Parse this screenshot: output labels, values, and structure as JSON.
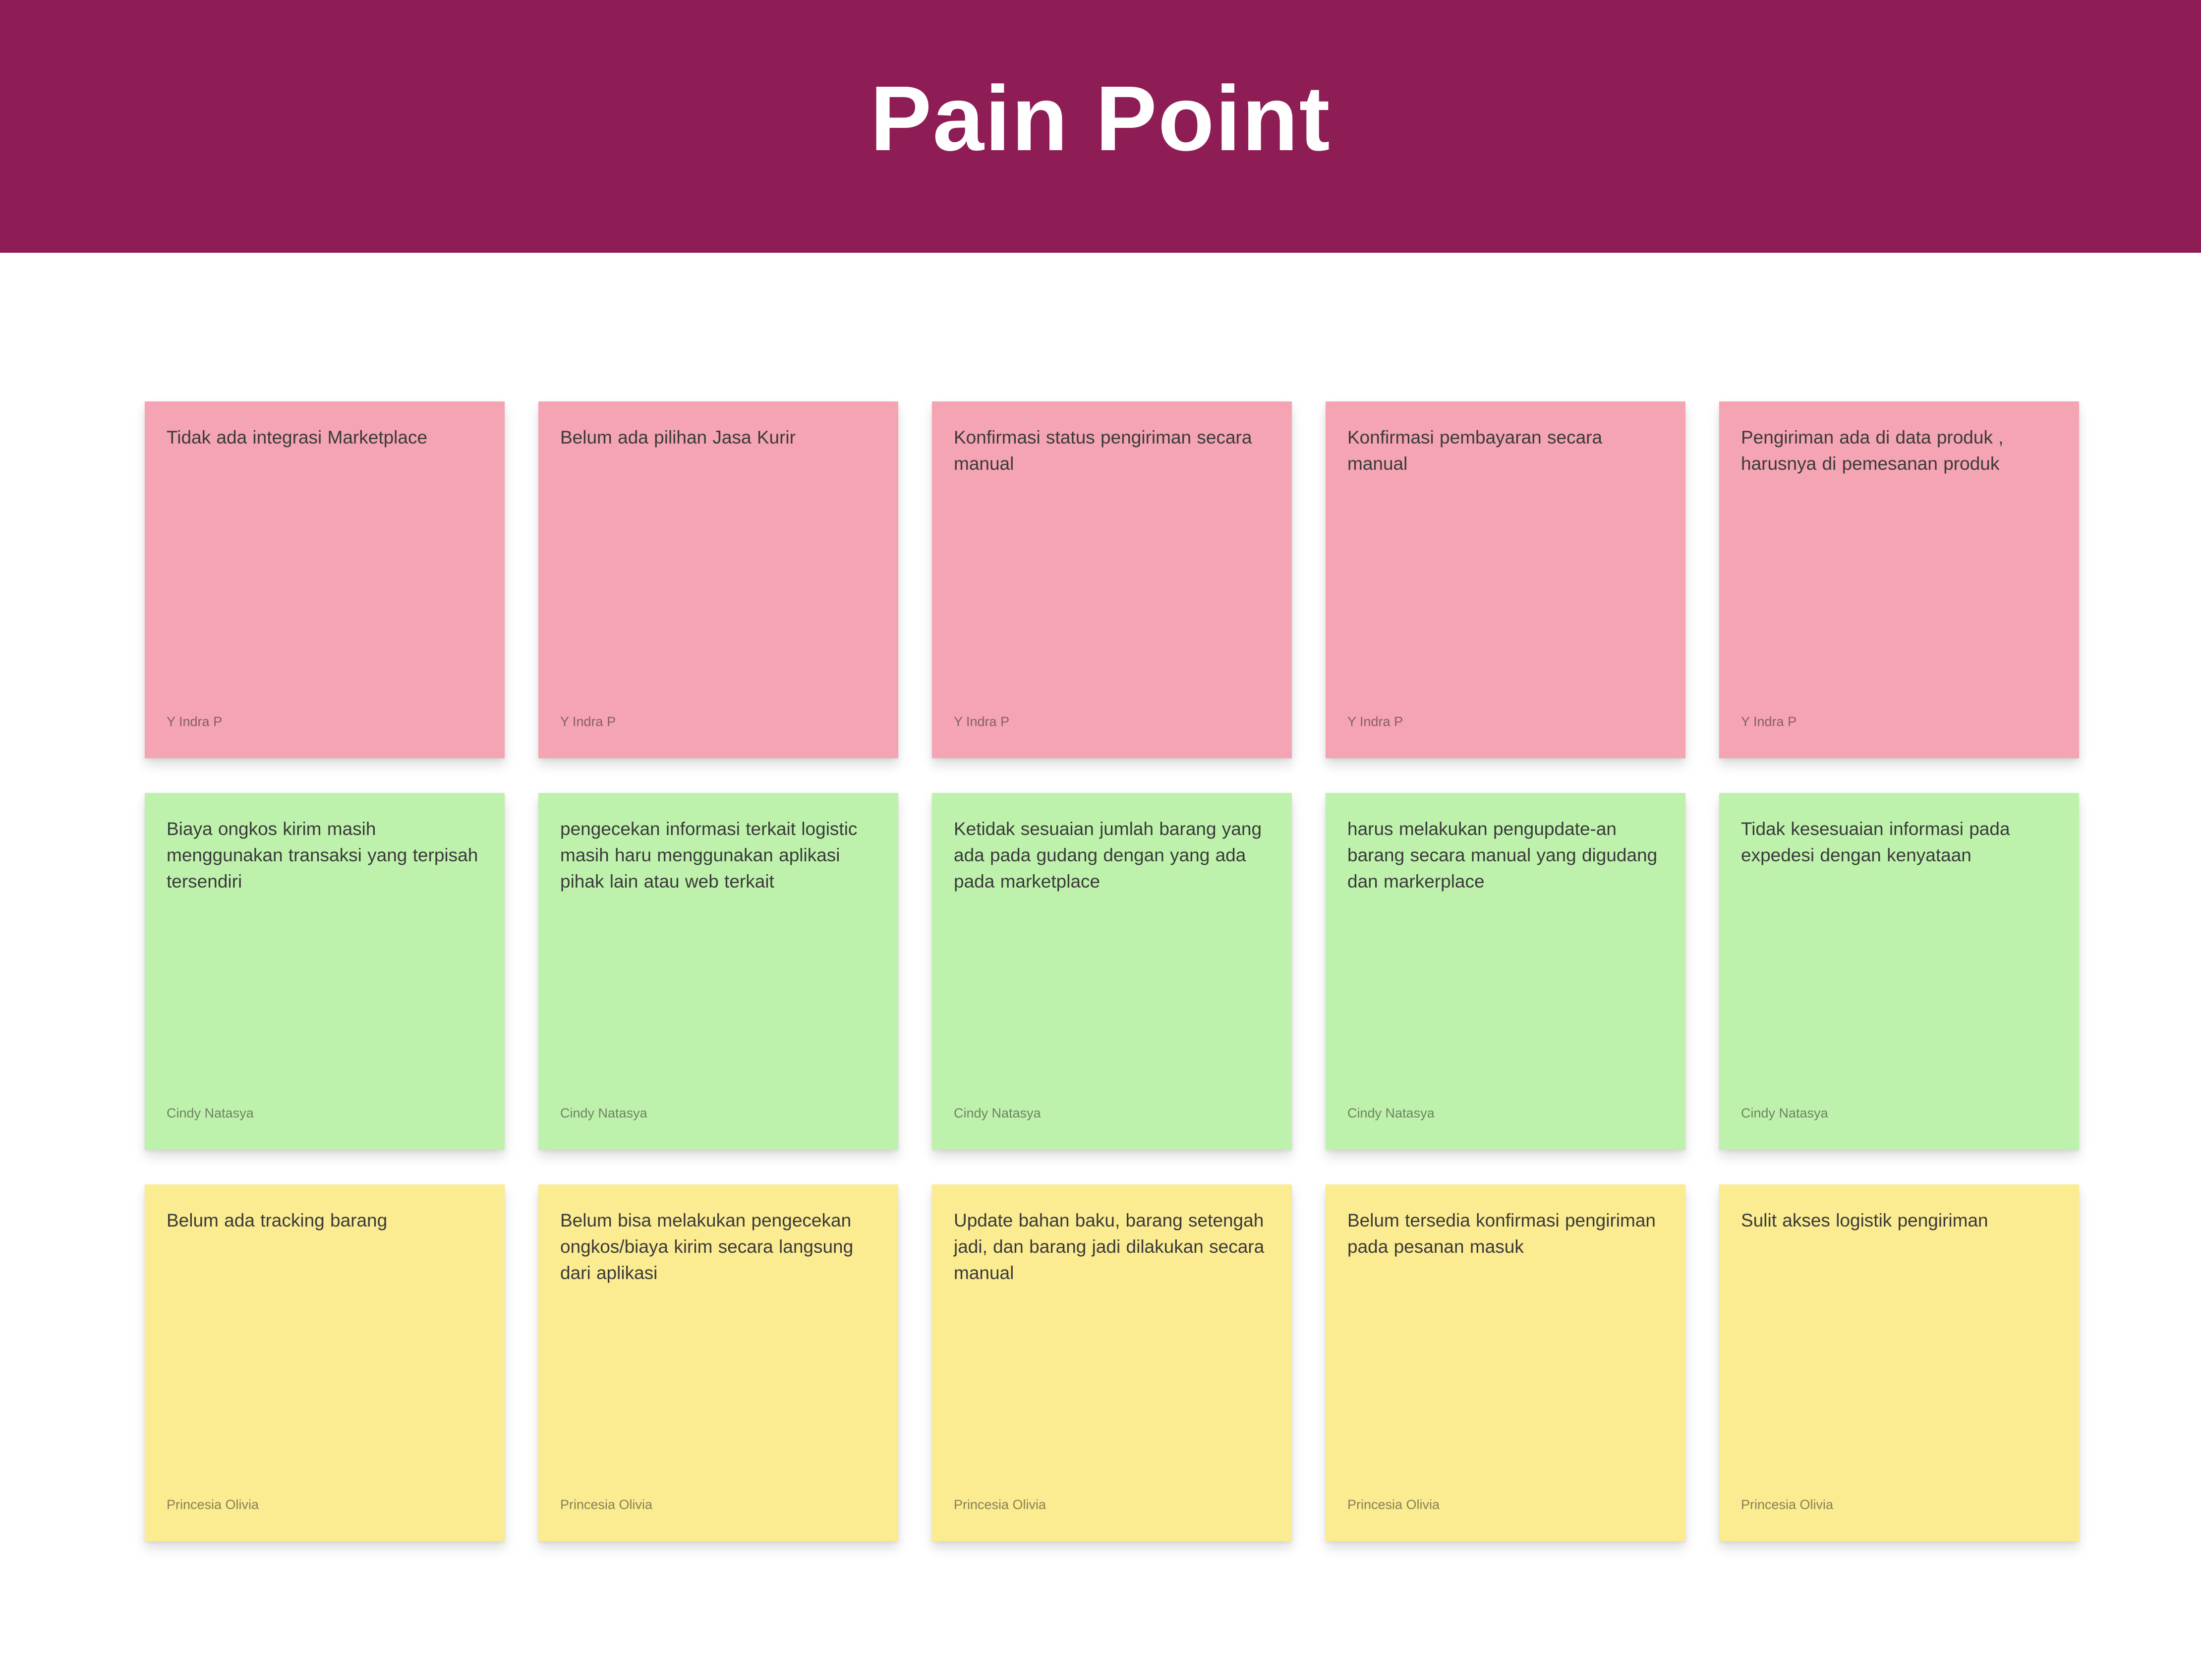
{
  "header": {
    "title": "Pain Point",
    "background": "#8F1D55",
    "text_color": "#FFFFFF"
  },
  "board": {
    "background": "#FFFFFF",
    "note_text_color": "#3A3A3A",
    "note_author_color": "#787872",
    "rows": [
      {
        "color": "#F4A4B2",
        "color_name": "pink",
        "author": "Y Indra P",
        "notes": [
          {
            "text": "Tidak ada integrasi Marketplace",
            "author": "Y Indra P"
          },
          {
            "text": "Belum ada pilihan Jasa Kurir",
            "author": "Y Indra P"
          },
          {
            "text": "Konfirmasi status pengiriman secara manual",
            "author": "Y Indra P"
          },
          {
            "text": "Konfirmasi pembayaran secara manual",
            "author": "Y Indra P"
          },
          {
            "text": "Pengiriman ada di data produk , harusnya di pemesanan produk",
            "author": "Y Indra P"
          }
        ]
      },
      {
        "color": "#BEF2AC",
        "color_name": "green",
        "author": "Cindy Natasya",
        "notes": [
          {
            "text": "Biaya ongkos kirim masih menggunakan transaksi yang terpisah tersendiri",
            "author": "Cindy Natasya"
          },
          {
            "text": "pengecekan informasi terkait logistic masih haru menggunakan aplikasi pihak lain atau web terkait",
            "author": "Cindy Natasya"
          },
          {
            "text": "Ketidak sesuaian jumlah barang yang ada pada gudang dengan yang ada pada marketplace",
            "author": "Cindy Natasya"
          },
          {
            "text": "harus melakukan pengupdate-an barang secara manual yang digudang dan markerplace",
            "author": "Cindy Natasya"
          },
          {
            "text": "Tidak kesesuaian informasi pada expedesi dengan kenyataan",
            "author": "Cindy Natasya"
          }
        ]
      },
      {
        "color": "#FBEB91",
        "color_name": "yellow",
        "author": "Princesia Olivia",
        "notes": [
          {
            "text": "Belum ada tracking barang",
            "author": "Princesia Olivia"
          },
          {
            "text": "Belum bisa melakukan pengecekan ongkos/biaya kirim secara langsung dari aplikasi",
            "author": "Princesia Olivia"
          },
          {
            "text": "Update bahan baku, barang setengah jadi, dan barang jadi dilakukan secara manual",
            "author": "Princesia Olivia"
          },
          {
            "text": "Belum tersedia konfirmasi pengiriman pada pesanan masuk",
            "author": "Princesia Olivia"
          },
          {
            "text": "Sulit akses logistik pengiriman",
            "author": "Princesia Olivia"
          }
        ]
      }
    ]
  }
}
